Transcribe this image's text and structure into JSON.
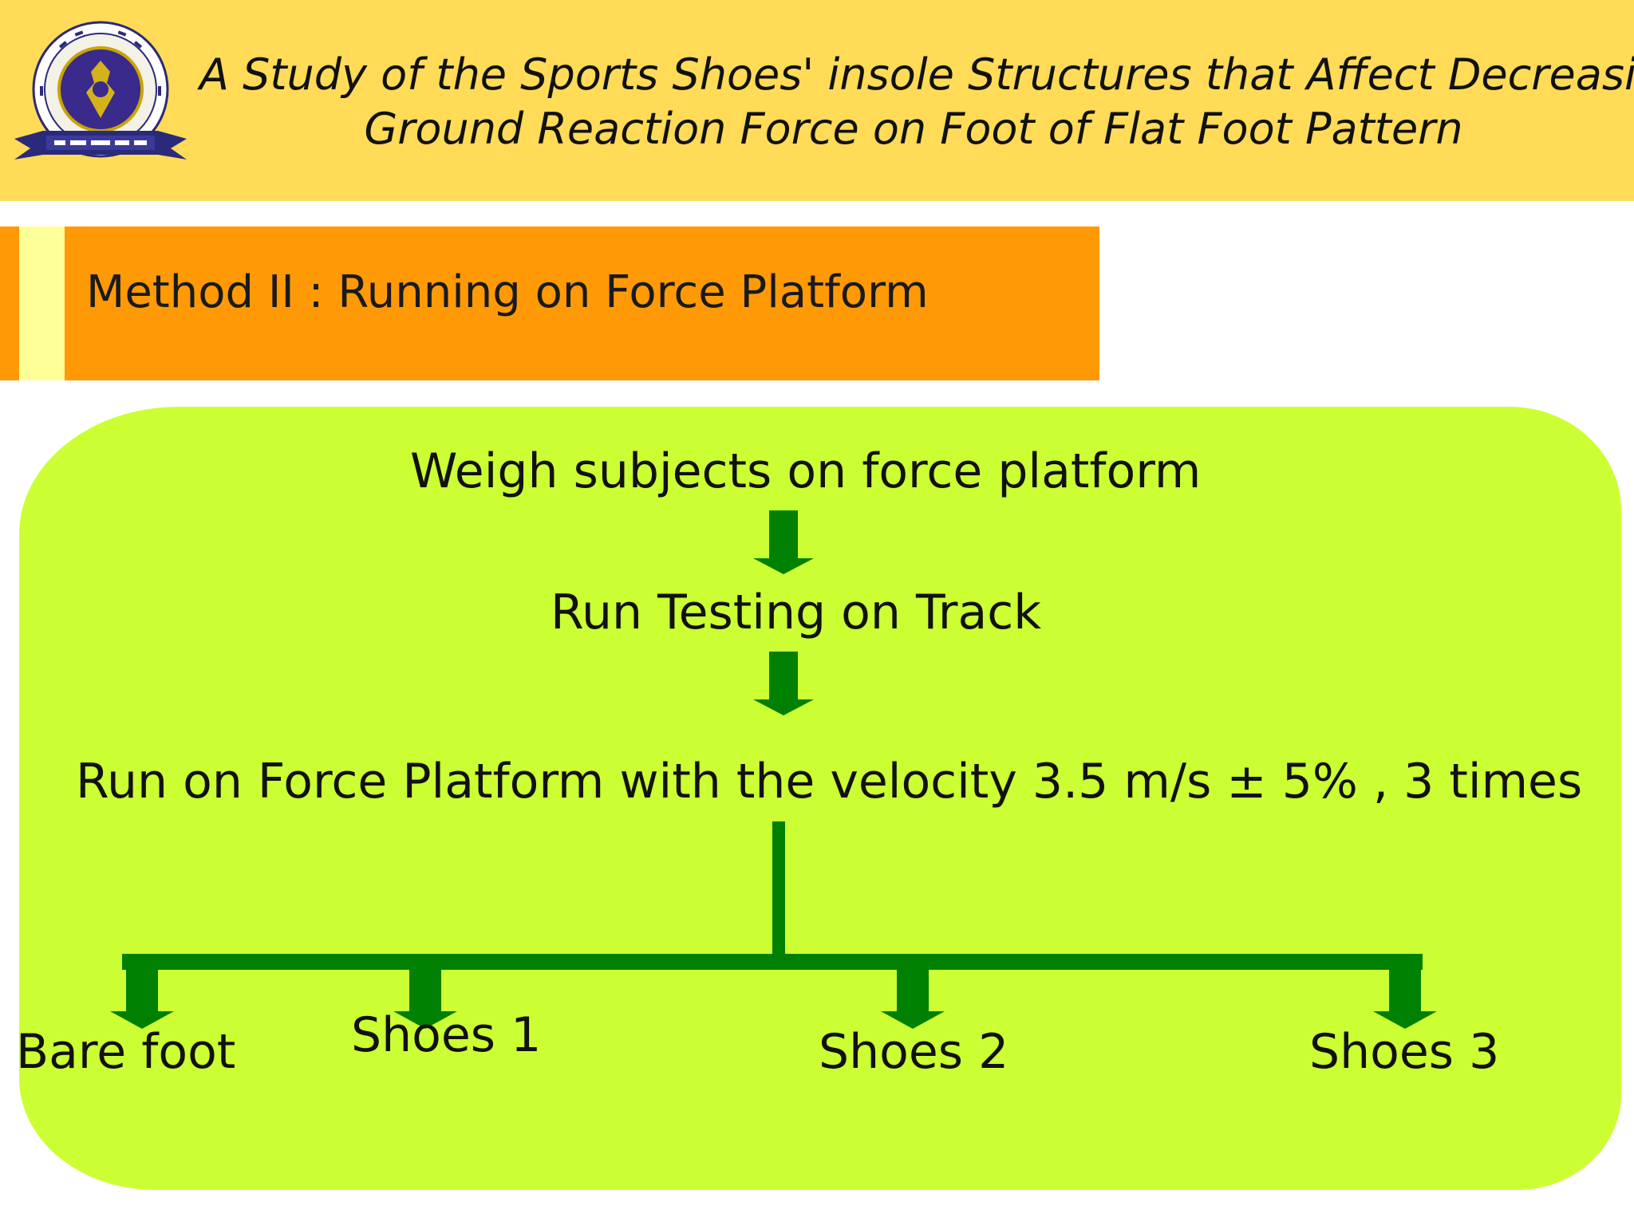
{
  "header": {
    "title_line1": "A Study of the Sports Shoes' insole  Structures that Affect  Decreasing",
    "title_line2": "Ground Reaction Force on Foot of  Flat Foot Pattern",
    "logo_icon": "university-seal-icon"
  },
  "section": {
    "label": "Method II : Running on Force Platform"
  },
  "flow": {
    "steps": [
      "Weigh subjects on force platform",
      "Run Testing on Track",
      "Run on Force Platform with the velocity 3.5 m/s ± 5% , 3 times"
    ],
    "branches": [
      "Bare foot",
      "Shoes 1",
      "Shoes 2",
      "Shoes 3"
    ]
  },
  "colors": {
    "header_background": "#ffdb57",
    "section_bar": "#ff9a06",
    "section_strip": "#ffff99",
    "flow_background": "#ccff33",
    "arrow": "#008000"
  }
}
